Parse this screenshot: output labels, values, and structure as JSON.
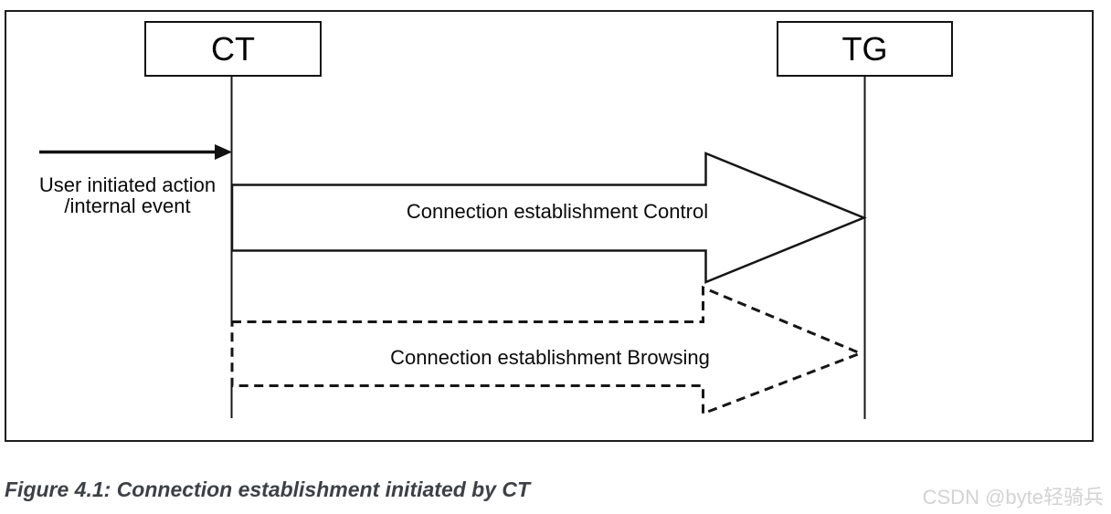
{
  "figure": {
    "actors": [
      {
        "id": "ct",
        "label": "CT"
      },
      {
        "id": "tg",
        "label": "TG"
      }
    ],
    "trigger": {
      "line1": "User initiated action",
      "line2": "/internal event"
    },
    "messages": [
      {
        "label": "Connection establishment Control",
        "style": "solid",
        "from": "CT",
        "to": "TG"
      },
      {
        "label": "Connection establishment Browsing",
        "style": "dashed",
        "from": "CT",
        "to": "TG"
      }
    ],
    "caption": "Figure 4.1: Connection establishment initiated by CT"
  },
  "watermark": "CSDN @byte轻骑兵",
  "colors": {
    "line": "#161616",
    "text": "#0a0a0a",
    "caption": "#3d4045",
    "watermark": "#d3d3d3",
    "background": "#ffffff"
  }
}
